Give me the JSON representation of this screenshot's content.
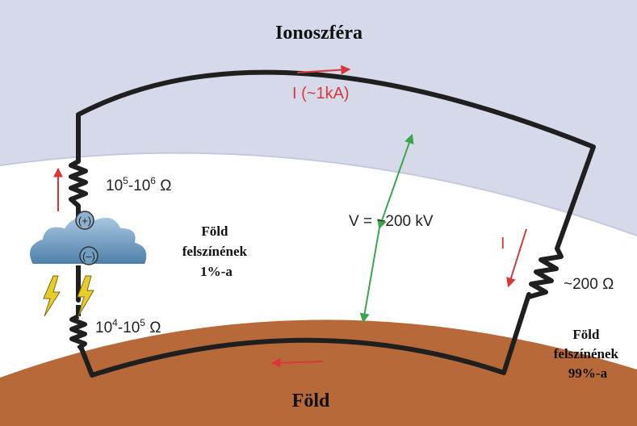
{
  "labels": {
    "ionosphere": "Ionoszféra",
    "earth": "Föld",
    "current_top": "I (~1kA)",
    "current_right": "I",
    "voltage": "V = ~200 kV",
    "storm_resistance_upper": {
      "base1": "10",
      "exp1": "5",
      "mid": "-10",
      "exp2": "6",
      "unit": " Ω"
    },
    "storm_resistance_lower": {
      "base1": "10",
      "exp1": "4",
      "mid": "-10",
      "exp2": "5",
      "unit": " Ω"
    },
    "fair_weather_resistance": "~200 Ω",
    "charge_plus": "(+)",
    "charge_minus": "(–)",
    "storm_share": [
      "Föld",
      "felszínének",
      "1%-a"
    ],
    "fair_share": [
      "Föld",
      "felszínének",
      "99%-a"
    ]
  },
  "colors": {
    "ionosphere_band": "#d5d9ea",
    "earth": "#b8693a",
    "circuit": "#1f1f1f",
    "current_arrow": "#d9383a",
    "voltage_arrow": "#3aa64c",
    "cloud": "#6f9ec4",
    "lightning": "#e7cc2b"
  }
}
